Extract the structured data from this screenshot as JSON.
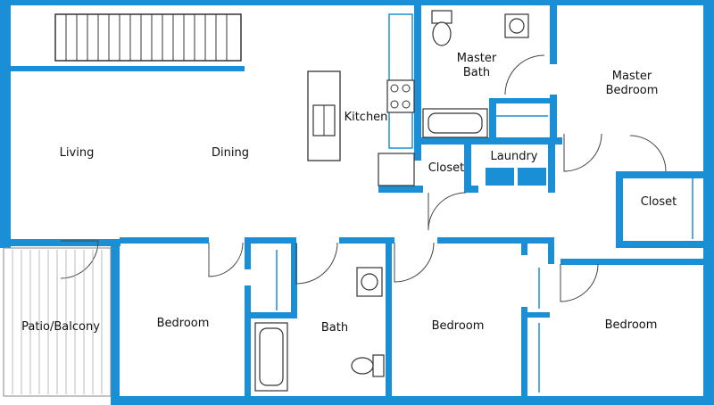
{
  "floor_plan": {
    "colors": {
      "wall": "#1a8fd6",
      "background": "#ffffff",
      "label": "#111111"
    },
    "rooms": {
      "master_bath": "Master\nBath",
      "master_bedroom": "Master\nBedroom",
      "kitchen": "Kitchen",
      "living": "Living",
      "dining": "Dining",
      "closet_center": "Closet",
      "laundry": "Laundry",
      "closet_right": "Closet",
      "patio": "Patio/Balcony",
      "bedroom_left": "Bedroom",
      "bath": "Bath",
      "bedroom_center": "Bedroom",
      "bedroom_right": "Bedroom"
    },
    "icons": [
      "stairs-icon",
      "toilet-icon",
      "sink-icon",
      "bathtub-icon",
      "stove-icon",
      "washer-dryer-icon",
      "door-swing-icon"
    ]
  }
}
